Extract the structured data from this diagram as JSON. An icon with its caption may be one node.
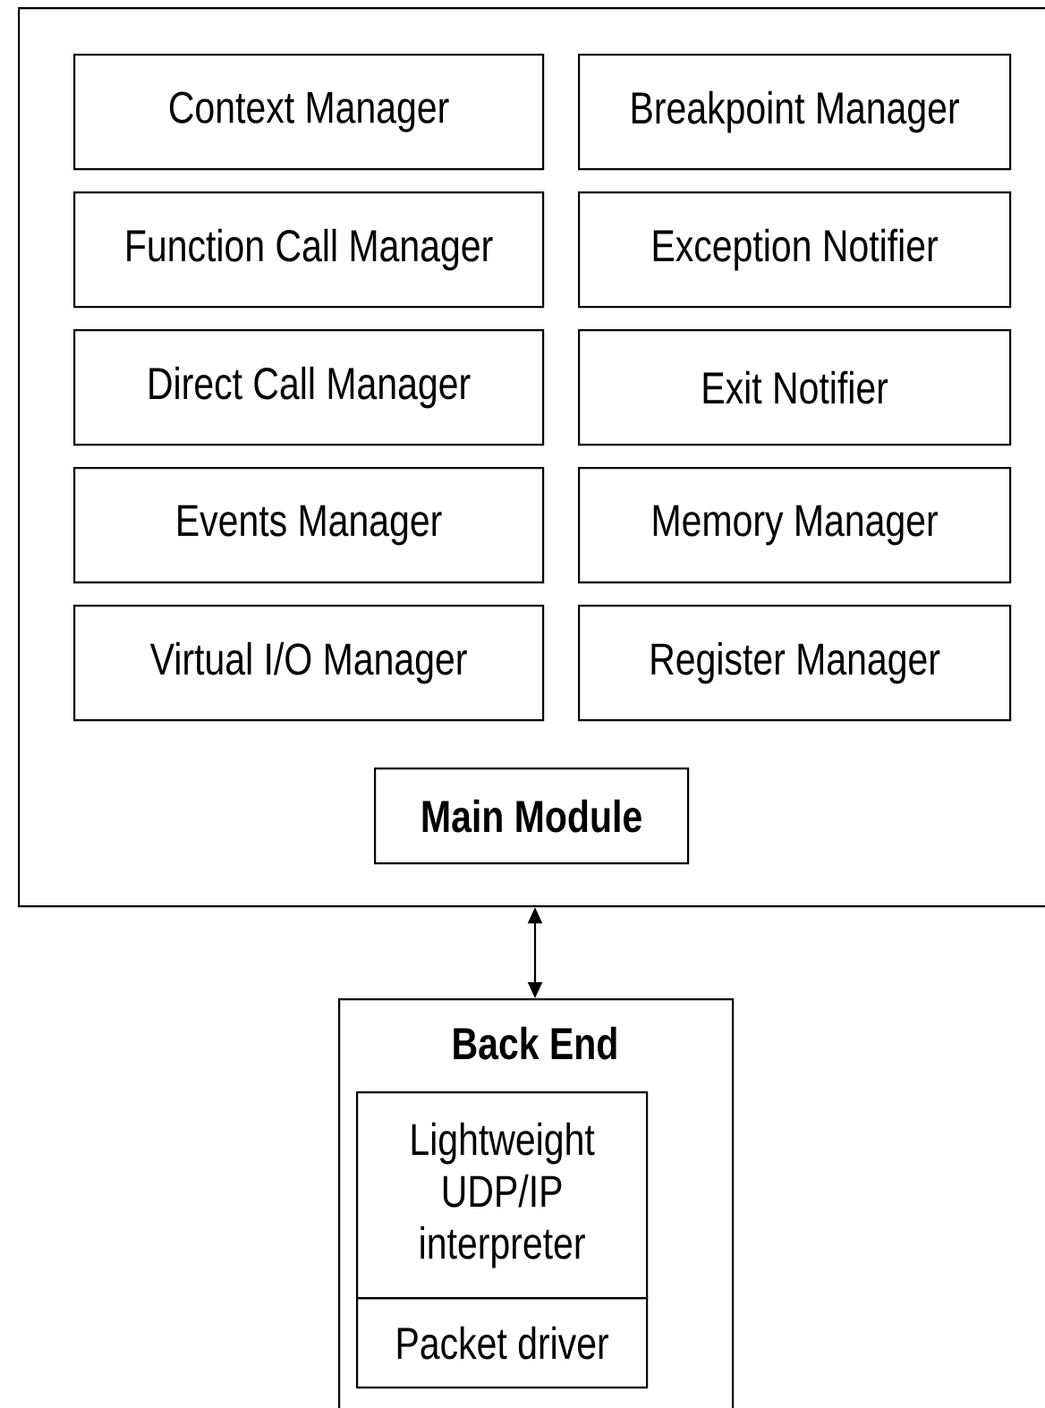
{
  "diagram": {
    "nodes": [
      {
        "text": [],
        "shape": "box"
      },
      {
        "text": [
          "Context Manager"
        ],
        "in": 0
      },
      {
        "text": [
          "Breakpoint Manager"
        ],
        "in": 0
      },
      {
        "text": [
          "Function Call Manager"
        ],
        "in": 0
      },
      {
        "text": [
          "Exception Notifier"
        ],
        "in": 0
      },
      {
        "text": [
          "Direct Call Manager"
        ],
        "in": 0
      },
      {
        "text": [
          "Exit Notifier"
        ],
        "in": 0
      },
      {
        "text": [
          "Events Manager"
        ],
        "in": 0
      },
      {
        "text": [
          "Memory Manager"
        ],
        "in": 0
      },
      {
        "text": [
          "Virtual I/O Manager"
        ],
        "in": 0
      },
      {
        "text": [
          "Register Manager"
        ],
        "in": 0
      },
      {
        "text": [
          "Main Module"
        ],
        "in": 0
      },
      {
        "text": [
          "Back End"
        ]
      },
      {
        "text": [
          "Lightweight UDP/IP interpreter"
        ],
        "in": 12
      },
      {
        "text": [
          "Packet driver"
        ],
        "in": 12
      }
    ],
    "edges": [
      {
        "from": 0,
        "to": 12,
        "arrow": "both"
      }
    ]
  }
}
